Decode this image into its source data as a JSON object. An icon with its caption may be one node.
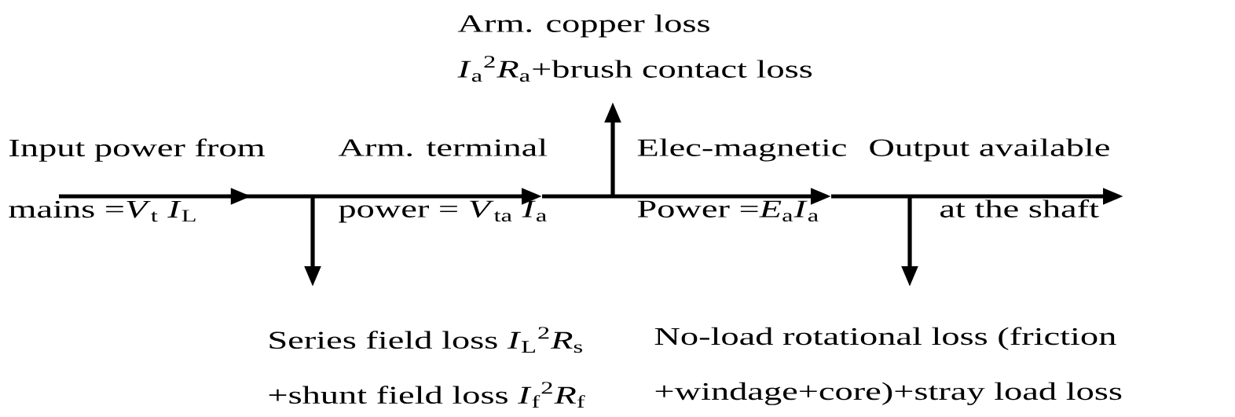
{
  "diagram": {
    "nodes": [
      {
        "text": [
          "Input power from",
          "mains =*V*$_{t}$ *I*$_{L}$"
        ]
      },
      {
        "text": [
          "Arm. terminal",
          "power = *V*$_{ta}$ *I*$_{a}$"
        ]
      },
      {
        "text": [
          "Elec-magnetic",
          "Power =*E*$_{a}$*I*$_{a}$"
        ]
      },
      {
        "text": [
          "Output available",
          "at the shaft"
        ]
      },
      {
        "text": [
          "Series field loss *I*$_{L}$$^{2}$*R*$_{s}$",
          "+shunt field loss *I*$_{f}$$^{2}$*R*$_{f}$"
        ]
      },
      {
        "text": [
          "Arm. copper loss",
          "*I*$_{a}$$^{2}$*R*$_{a}$+brush contact loss"
        ]
      },
      {
        "text": [
          "No-load rotational loss (friction",
          "+windage+core)+stray load loss"
        ]
      }
    ],
    "edges": [
      {
        "from": 0,
        "to": 1,
        "arrow": "to"
      },
      {
        "from": 1,
        "to": 2,
        "arrow": "to"
      },
      {
        "from": 2,
        "to": 3,
        "arrow": "to"
      },
      {
        "from": 1,
        "to": 4,
        "arrow": "to"
      },
      {
        "from": 2,
        "to": 5,
        "arrow": "to"
      },
      {
        "from": 3,
        "to": 6,
        "arrow": "to"
      }
    ]
  }
}
